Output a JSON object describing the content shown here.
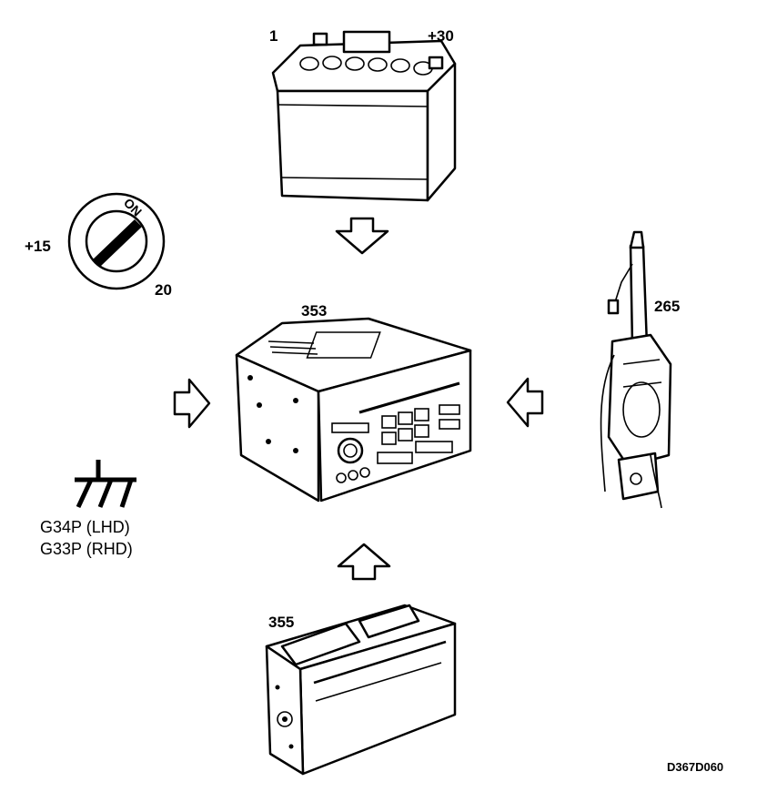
{
  "battery": {
    "ref": "1",
    "terminal": "+30"
  },
  "ignition": {
    "ref": "20",
    "terminal": "+15",
    "switch_text": "ON"
  },
  "radio": {
    "ref": "353"
  },
  "antenna": {
    "ref": "265"
  },
  "cd_changer": {
    "ref": "355"
  },
  "ground": {
    "line1": "G34P (LHD)",
    "line2": "G33P (RHD)"
  },
  "drawing_code": "D367D060"
}
